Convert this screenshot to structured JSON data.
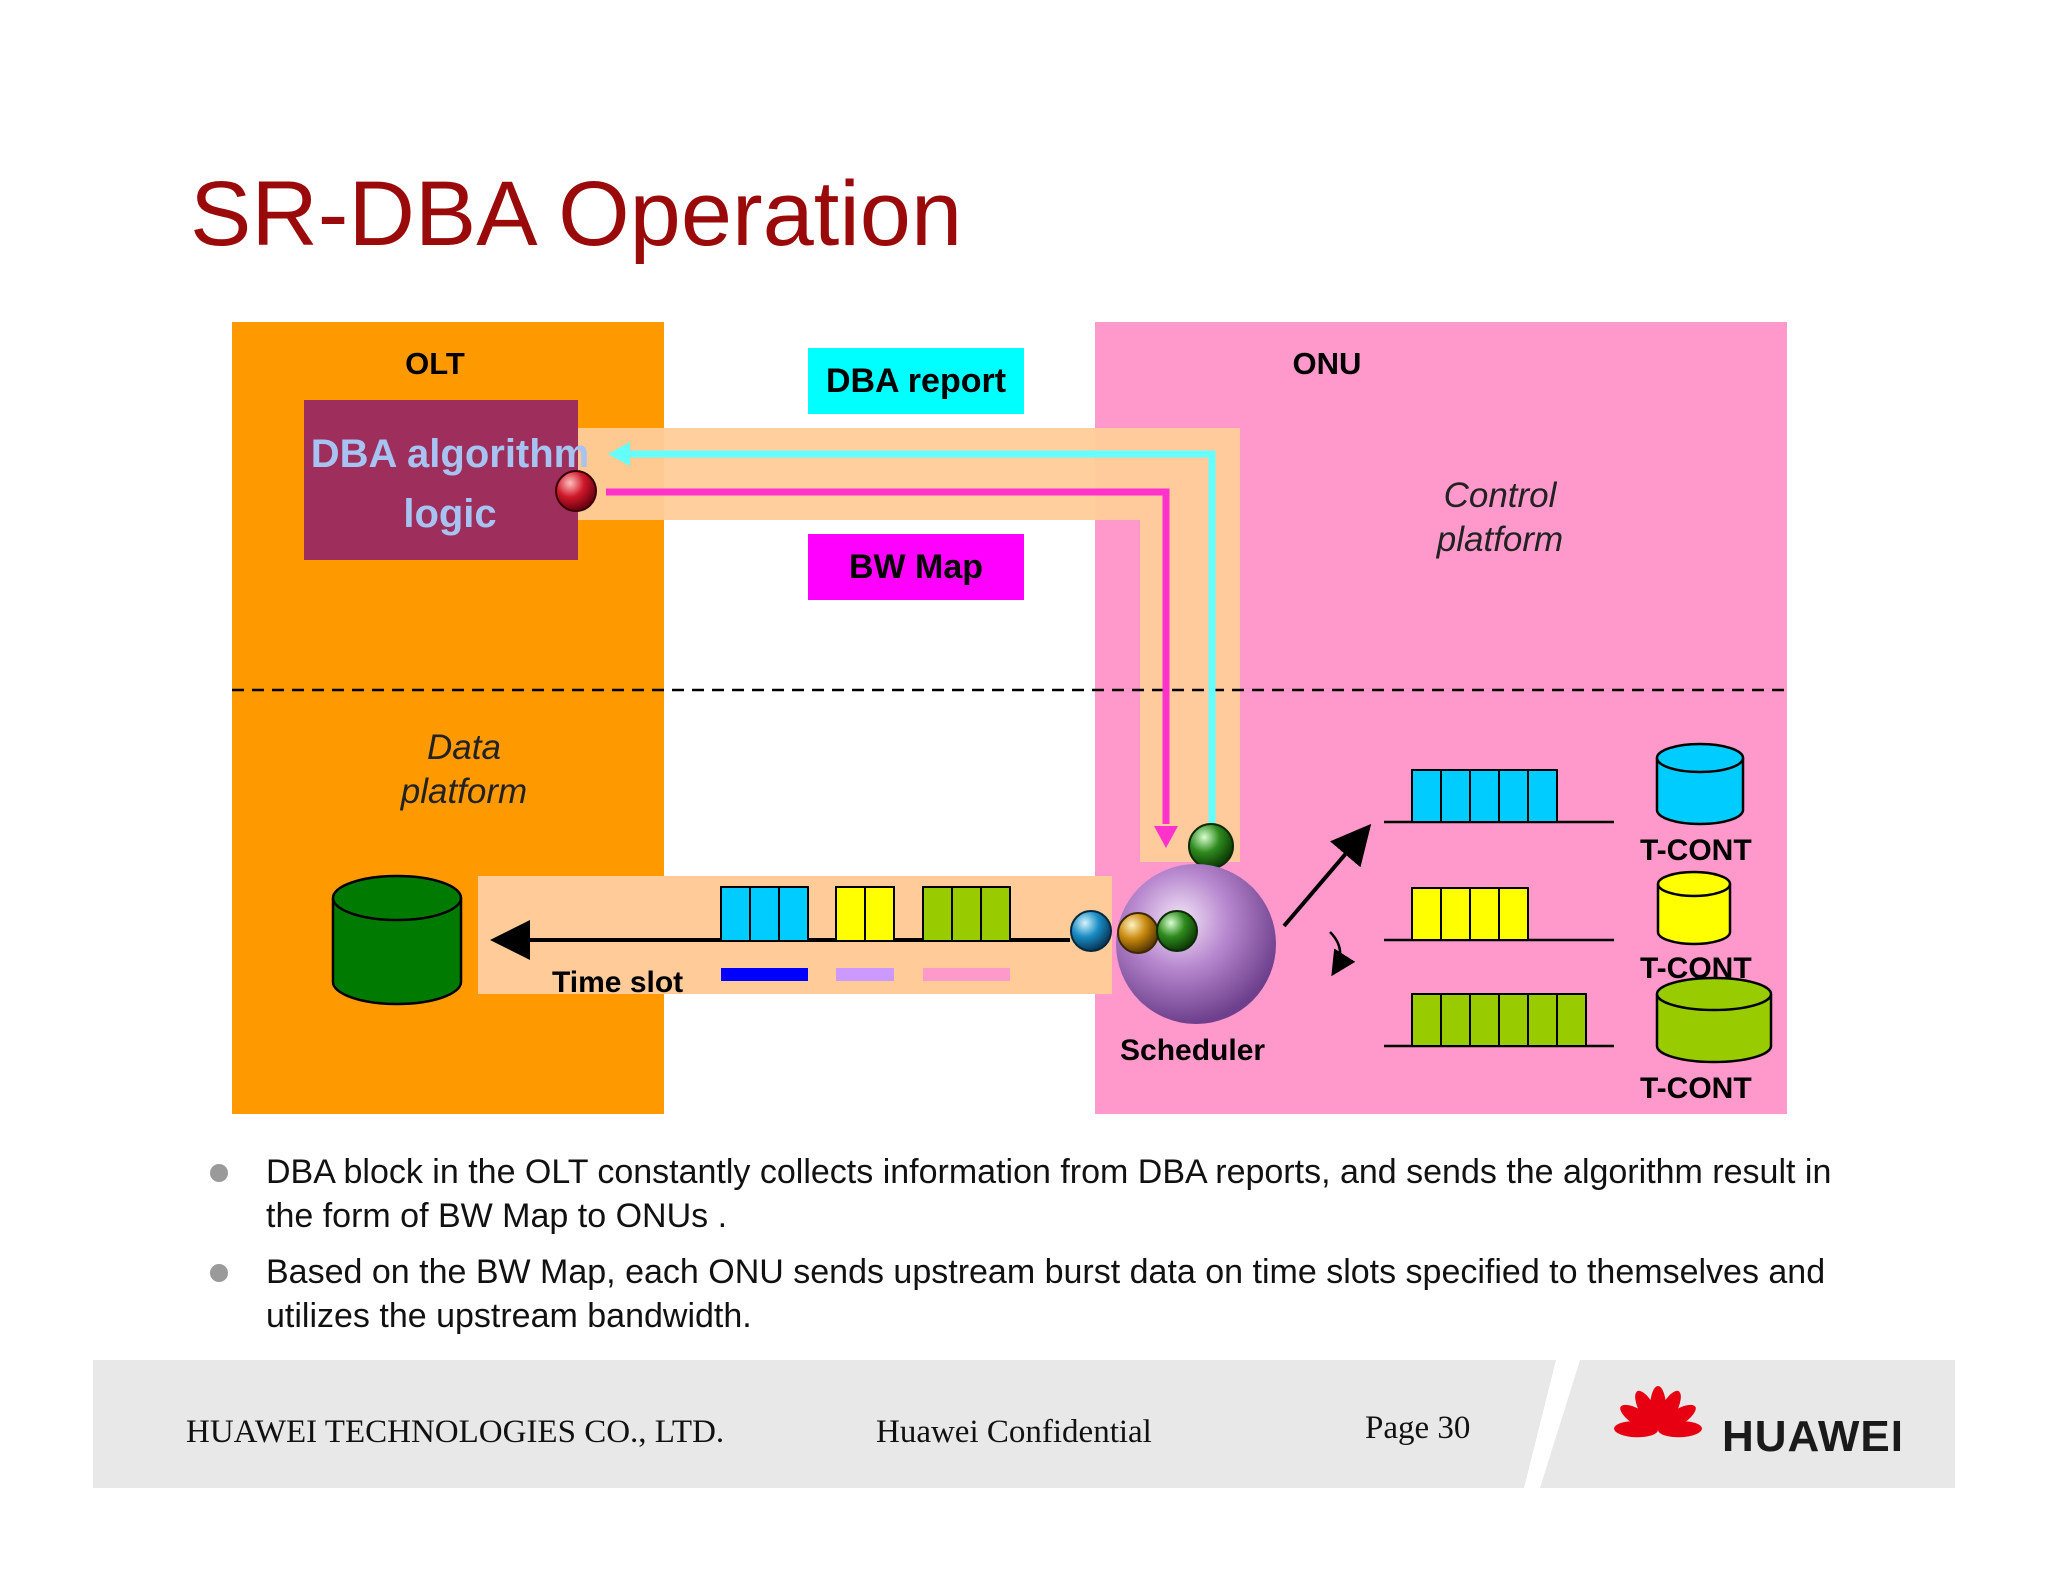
{
  "slide": {
    "title": "SR-DBA Operation"
  },
  "olt": {
    "title": "OLT",
    "dba_logic_line1": "DBA algorithm",
    "dba_logic_line2": "logic",
    "data_platform": "Data platform",
    "time_slot": "Time slot"
  },
  "onu": {
    "title": "ONU",
    "control_platform": "Control platform",
    "scheduler": "Scheduler",
    "tcont_labels": [
      "T-CONT",
      "T-CONT",
      "T-CONT"
    ]
  },
  "messages": {
    "dba_report": "DBA report",
    "bw_map": "BW Map"
  },
  "bullets": [
    "DBA block in the OLT  constantly collects information from DBA reports, and sends the algorithm result in the form of BW Map to ONUs .",
    "Based on the BW Map, each ONU sends upstream burst data on time slots specified to themselves and utilizes the upstream bandwidth."
  ],
  "footer": {
    "company": "HUAWEI TECHNOLOGIES CO., LTD.",
    "confidential": "Huawei Confidential",
    "page": "Page 30",
    "brand": "HUAWEI"
  },
  "colors": {
    "title": "#9a0a0a",
    "olt_fill": "#ff9900",
    "onu_fill": "#ff99cc",
    "channel_fill": "#ffcc99",
    "report_line": "#66ffff",
    "bwmap_line": "#ff33cc",
    "queue_cyan": "#00ccff",
    "queue_yellow": "#ffff00",
    "queue_green": "#99cc00",
    "storage_green": "#007a00"
  }
}
